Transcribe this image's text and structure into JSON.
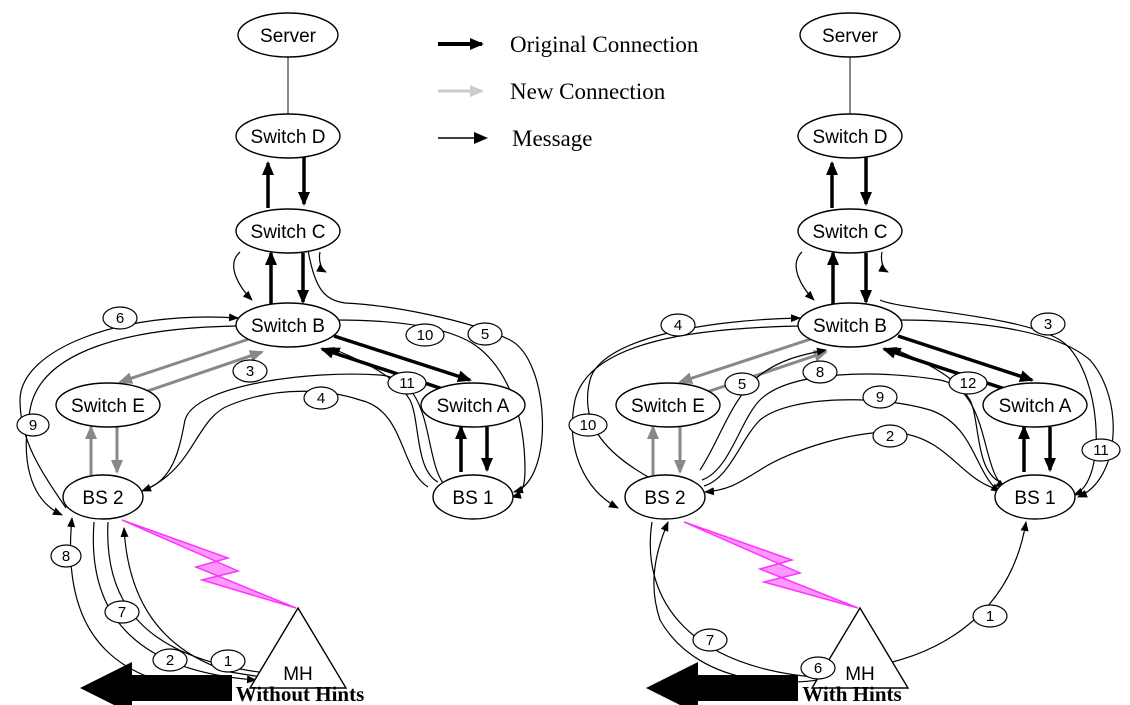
{
  "legend": {
    "original": "Original Connection",
    "new": "New Connection",
    "message": "Message"
  },
  "colors": {
    "original": "#000000",
    "new": "#888888",
    "new_legend": "#cccccc",
    "message": "#000000",
    "wireless": "#ff33ff",
    "wireless_fill": "#ff99ff"
  },
  "nodes": {
    "server": "Server",
    "switch_a": "Switch A",
    "switch_b": "Switch B",
    "switch_c": "Switch C",
    "switch_d": "Switch D",
    "switch_e": "Switch E",
    "bs1": "BS 1",
    "bs2": "BS 2",
    "mh": "MH"
  },
  "panels": [
    {
      "caption": "Without Hints",
      "steps": [
        "1",
        "2",
        "3",
        "4",
        "5",
        "6",
        "7",
        "8",
        "9",
        "10",
        "11"
      ]
    },
    {
      "caption": "With Hints",
      "steps": [
        "1",
        "2",
        "3",
        "4",
        "5",
        "6",
        "7",
        "8",
        "9",
        "10",
        "11",
        "12"
      ]
    }
  ]
}
